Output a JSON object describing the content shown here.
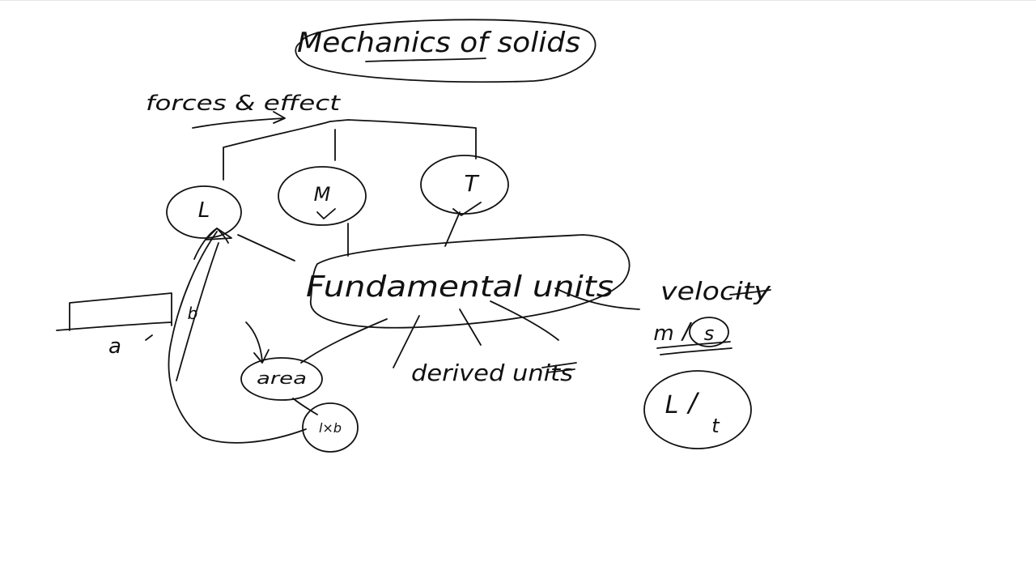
{
  "board": {
    "ink_color": "#111111",
    "background": "#ffffff",
    "title": "Mechanics of solids",
    "forces_label": "forces & effect",
    "circles": {
      "length": "L",
      "mass": "M",
      "time": "T"
    },
    "fundamental_units": "Fundamental units",
    "derived_units": "derived units",
    "area": "area",
    "l_times_b": "l×b",
    "dim_a": "a",
    "dim_b": "b",
    "velocity": "velocity",
    "velocity_unit_m": "m",
    "velocity_unit_slash": "/",
    "velocity_unit_s": "s",
    "velocity_formula_l": "L",
    "velocity_formula_slash": "/",
    "velocity_formula_t": "t"
  }
}
